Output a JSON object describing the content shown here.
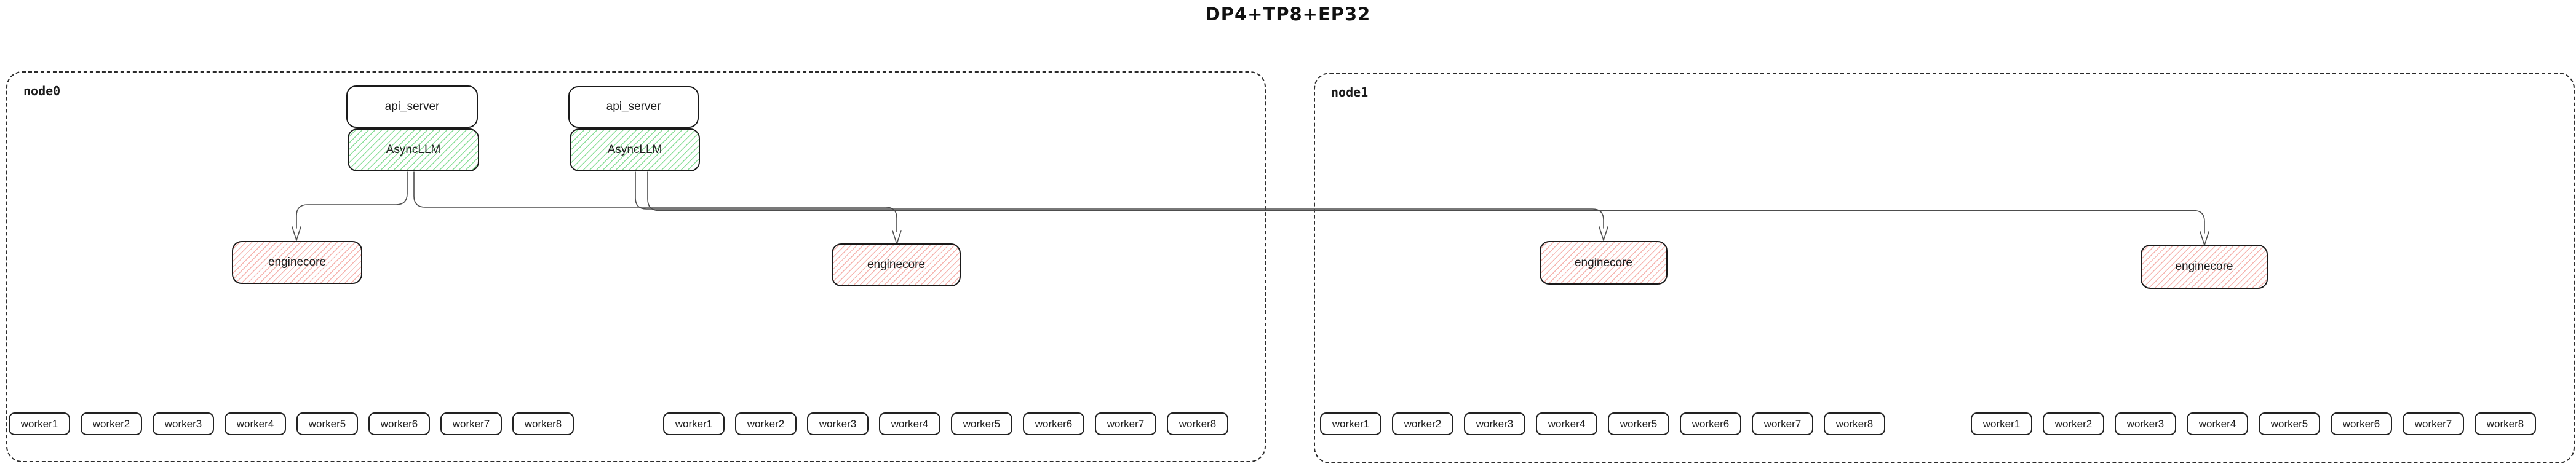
{
  "title": "DP4+TP8+EP32",
  "colors": {
    "background": "#ffffff",
    "box_border": "#1a1a1a",
    "node_dashed_border": "#2b2b2b",
    "asyncllm_hatch_green": "#7ddb8d",
    "enginecore_hatch_red": "#f4a6a0",
    "edge_gray": "#4d4d4d",
    "text": "#1d1d1d"
  },
  "node0": {
    "label": "node0",
    "api_server_labels": [
      "api_server",
      "api_server"
    ],
    "asyncllm_labels": [
      "AsyncLLM",
      "AsyncLLM"
    ],
    "enginecore_labels": [
      "enginecore",
      "enginecore"
    ],
    "worker_groups": [
      [
        "worker1",
        "worker2",
        "worker3",
        "worker4",
        "worker5",
        "worker6",
        "worker7",
        "worker8"
      ],
      [
        "worker1",
        "worker2",
        "worker3",
        "worker4",
        "worker5",
        "worker6",
        "worker7",
        "worker8"
      ]
    ]
  },
  "node1": {
    "label": "node1",
    "enginecore_labels": [
      "enginecore",
      "enginecore"
    ],
    "worker_groups": [
      [
        "worker1",
        "worker2",
        "worker3",
        "worker4",
        "worker5",
        "worker6",
        "worker7",
        "worker8"
      ],
      [
        "worker1",
        "worker2",
        "worker3",
        "worker4",
        "worker5",
        "worker6",
        "worker7",
        "worker8"
      ]
    ]
  }
}
